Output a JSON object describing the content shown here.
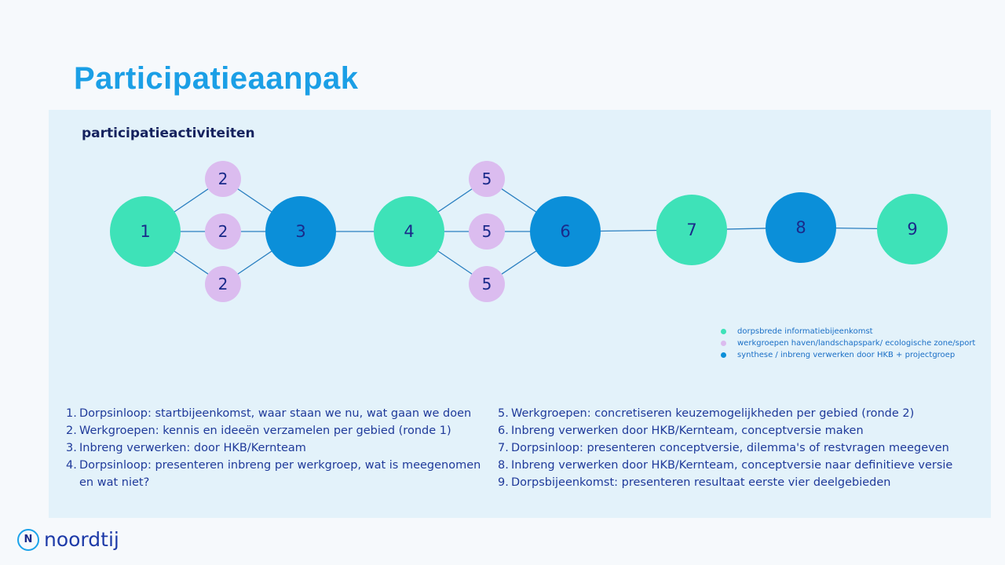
{
  "title": "Participatieaanpak",
  "subtitle": "participatieactiviteiten",
  "colors": {
    "mint": "#3ee2b8",
    "blue": "#0b8fd9",
    "lavender": "#dbbcef",
    "title": "#1b9fe6",
    "text": "#1a2a8a"
  },
  "nodes": [
    {
      "label": "1",
      "type": "mint"
    },
    {
      "label": "2",
      "type": "lavender"
    },
    {
      "label": "2",
      "type": "lavender"
    },
    {
      "label": "2",
      "type": "lavender"
    },
    {
      "label": "3",
      "type": "blue"
    },
    {
      "label": "4",
      "type": "mint"
    },
    {
      "label": "5",
      "type": "lavender"
    },
    {
      "label": "5",
      "type": "lavender"
    },
    {
      "label": "5",
      "type": "lavender"
    },
    {
      "label": "6",
      "type": "blue"
    },
    {
      "label": "7",
      "type": "mint"
    },
    {
      "label": "8",
      "type": "blue"
    },
    {
      "label": "9",
      "type": "mint"
    }
  ],
  "edges": [
    [
      0,
      1
    ],
    [
      0,
      2
    ],
    [
      0,
      3
    ],
    [
      1,
      4
    ],
    [
      2,
      4
    ],
    [
      3,
      4
    ],
    [
      4,
      5
    ],
    [
      5,
      6
    ],
    [
      5,
      7
    ],
    [
      5,
      8
    ],
    [
      6,
      9
    ],
    [
      7,
      9
    ],
    [
      8,
      9
    ],
    [
      9,
      10
    ],
    [
      10,
      11
    ],
    [
      11,
      12
    ]
  ],
  "legend": [
    {
      "type": "mint",
      "label": "dorpsbrede informatiebijeenkomst"
    },
    {
      "type": "lavender",
      "label": "werkgroepen haven/landschapspark/ ecologische zone/sport"
    },
    {
      "type": "blue",
      "label": "synthese / inbreng verwerken door HKB + projectgroep"
    }
  ],
  "steps_left": [
    {
      "num": "1.",
      "text": "Dorpsinloop: startbijeenkomst, waar staan we nu, wat gaan we doen"
    },
    {
      "num": "2.",
      "text": "Werkgroepen: kennis en ideeën verzamelen per gebied  (ronde 1)"
    },
    {
      "num": "3.",
      "text": "Inbreng verwerken: door HKB/Kernteam"
    },
    {
      "num": "4.",
      "text": "Dorpsinloop: presenteren inbreng per werkgroep, wat is meegenomen en wat niet?"
    }
  ],
  "steps_right": [
    {
      "num": "5.",
      "text": "Werkgroepen: concretiseren keuzemogelijkheden per gebied (ronde 2)"
    },
    {
      "num": "6.",
      "text": "Inbreng verwerken door HKB/Kernteam, conceptversie maken"
    },
    {
      "num": "7.",
      "text": "Dorpsinloop: presenteren conceptversie, dilemma's of restvragen meegeven"
    },
    {
      "num": "8.",
      "text": "Inbreng verwerken door HKB/Kernteam, conceptversie naar definitieve versie"
    },
    {
      "num": "9.",
      "text": "Dorpsbijeenkomst: presenteren resultaat eerste vier deelgebieden"
    }
  ],
  "logo": {
    "mark": "N",
    "text": "noordtij"
  }
}
